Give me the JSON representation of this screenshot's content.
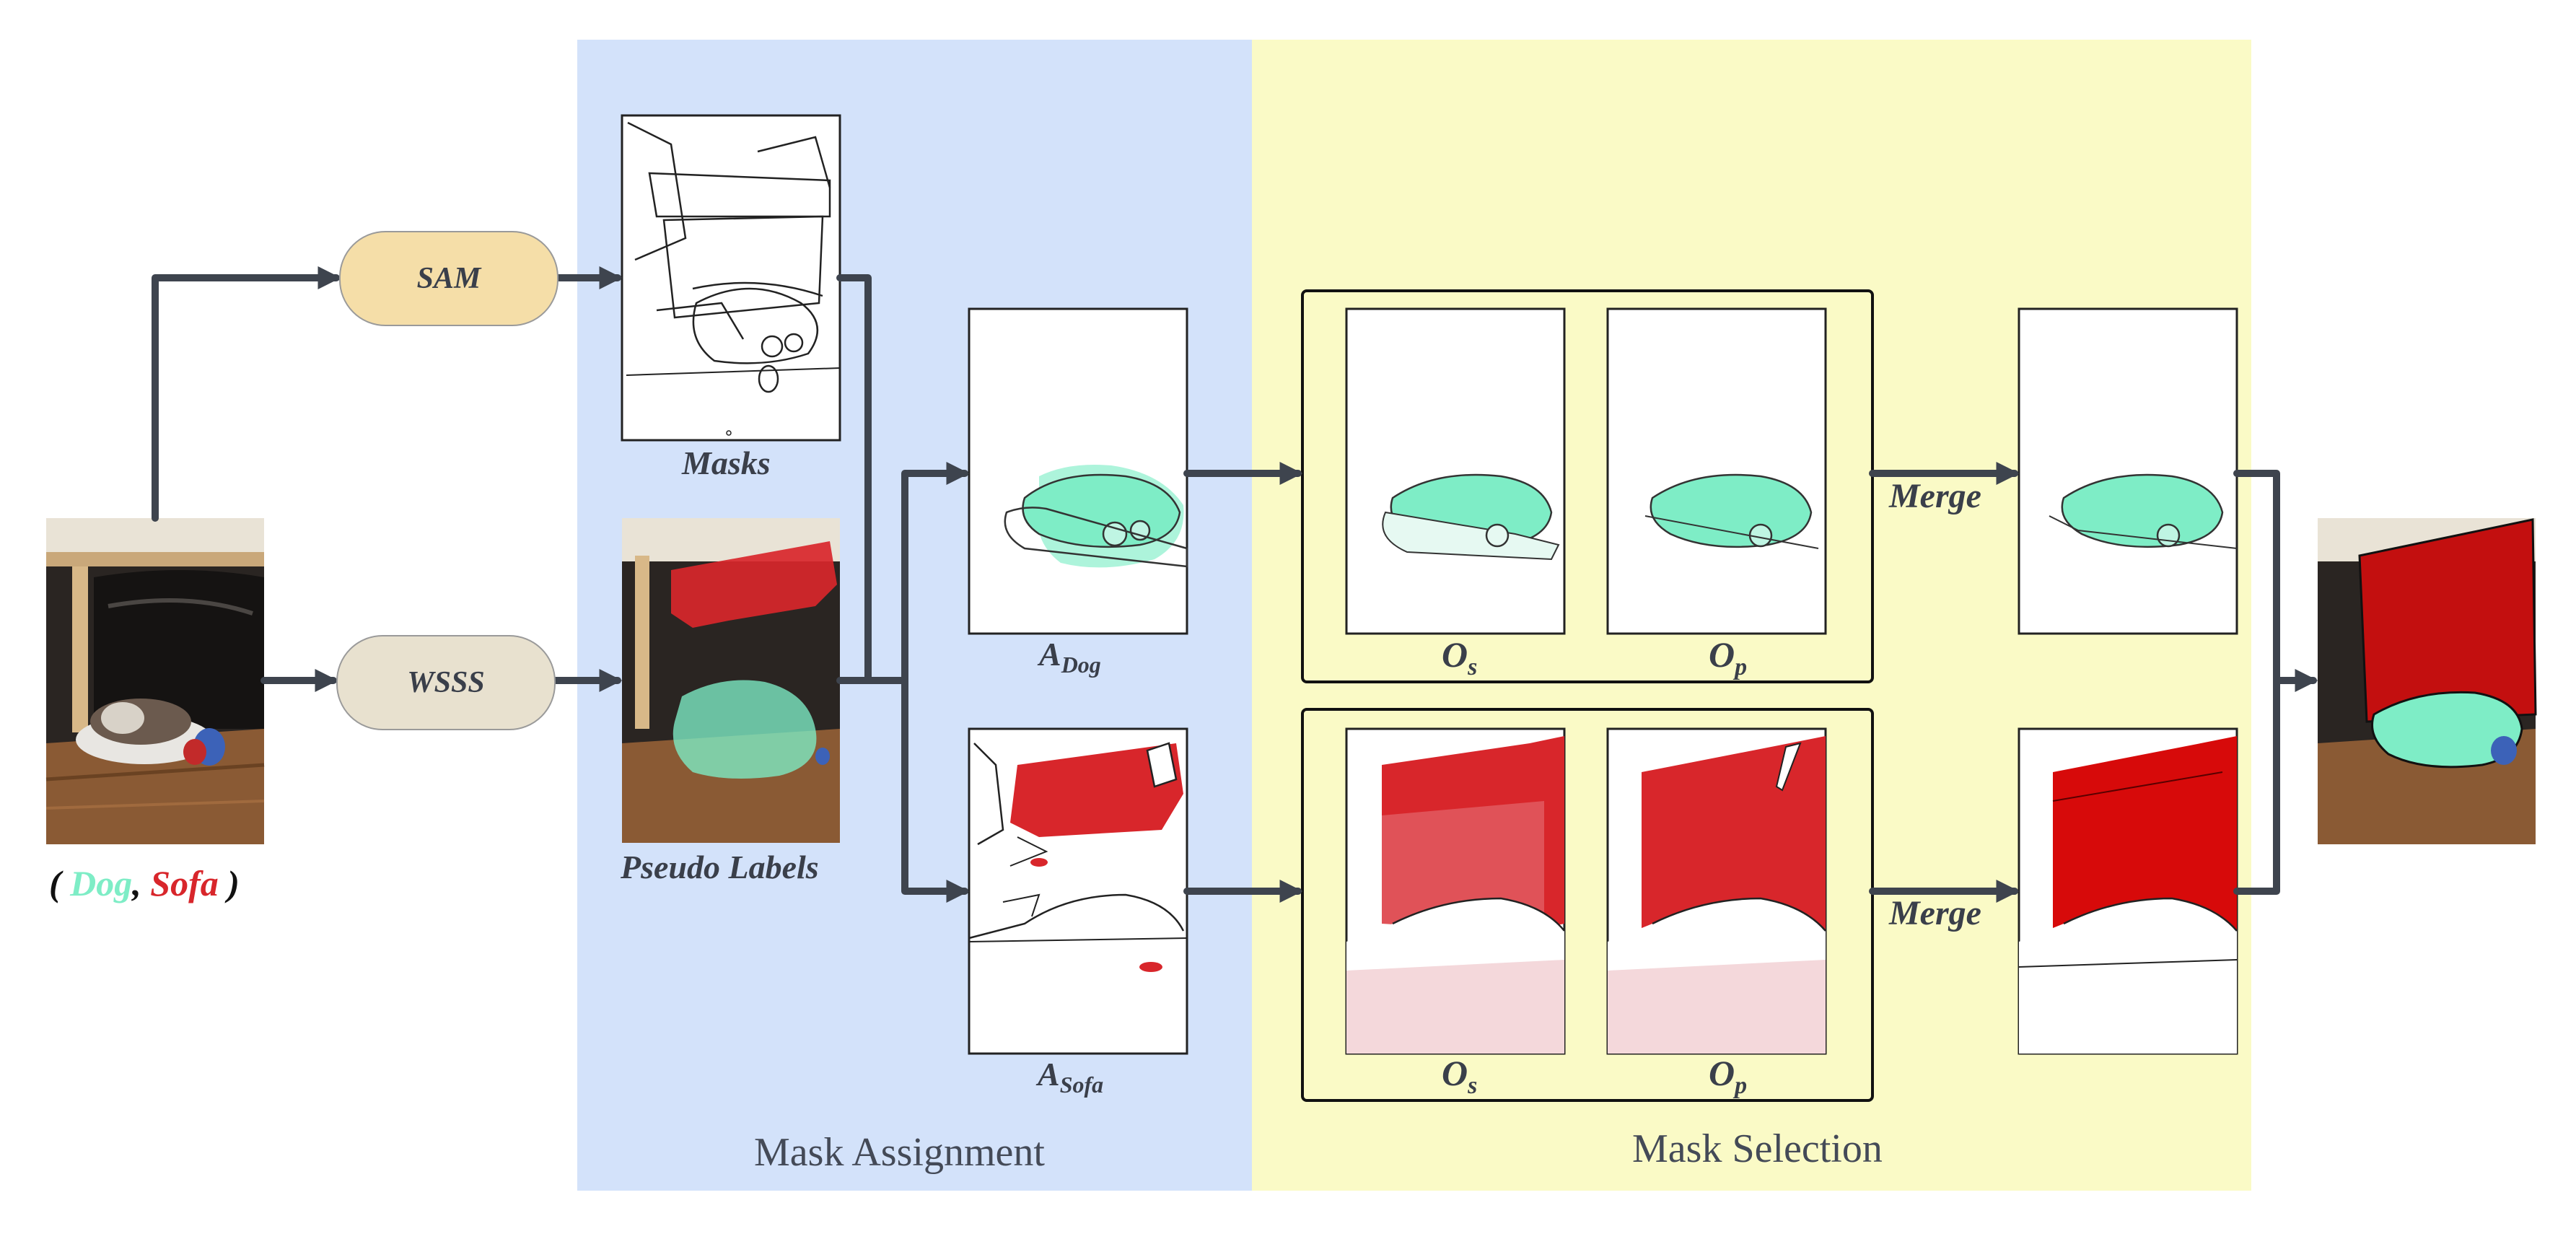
{
  "colors": {
    "assignment_bg": "#d3e2fa",
    "selection_bg": "#fafac6",
    "sam_pill": "#f5dea8",
    "wsss_pill": "#e8e1cf",
    "dog": "#7eedc6",
    "sofa": "#d8262b",
    "arrow": "#3e444e"
  },
  "sections": {
    "assignment": "Mask Assignment",
    "selection": "Mask Selection"
  },
  "modules": {
    "sam": "SAM",
    "wsss": "WSSS"
  },
  "labels": {
    "masks": "Masks",
    "pseudo_labels": "Pseudo Labels",
    "a_dog_main": "A",
    "a_dog_sub": "Dog",
    "a_sofa_main": "A",
    "a_sofa_sub": "Sofa",
    "os_main": "O",
    "os_sub": "s",
    "op_main": "O",
    "op_sub": "p",
    "merge": "Merge"
  },
  "classes": {
    "open": "(",
    "dog": "Dog",
    "comma": ",",
    "sofa": "Sofa",
    "close": ")"
  }
}
